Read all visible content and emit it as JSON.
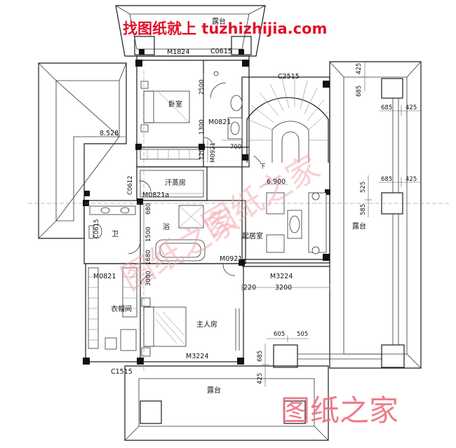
{
  "watermarks": {
    "top": "找图纸就上 tuzhizhijia.com",
    "middle": "图纸之家",
    "lower_left": "图纸之家",
    "bottom_right": "图纸之家"
  },
  "rooms": {
    "terrace_top": "露台",
    "bedroom": "卧室",
    "sauna": "汗蒸房",
    "toilet": "卫",
    "bath": "浴",
    "living": "起居室",
    "terrace_right": "露台",
    "closet": "衣帽间",
    "master": "主人房",
    "terrace_bottom": "露台"
  },
  "codes": {
    "m1824": "M1824",
    "c0615": "C0615",
    "c2515": "C2515",
    "m0821_top": "M0821",
    "m0921_top": "M0921",
    "c0612": "C0612",
    "m0821a": "M0821a",
    "c0615_left": "C0615",
    "m0921_mid": "M0921",
    "m3224_mid": "M3224",
    "m0821_left": "M0821",
    "m3224_bottom": "M3224",
    "c1515": "C1515"
  },
  "dimensions": {
    "d2500": "2500",
    "d1300": "1300",
    "d1200": "1200",
    "d700": "700",
    "d680": "680",
    "d1500": "1500",
    "d1680": "1680",
    "d3000": "3000",
    "d220": "220",
    "d3200": "3200",
    "d425_a": "425",
    "d685_a": "685",
    "d685_b": "685",
    "d425_b": "425",
    "d685_c": "685",
    "d425_c": "425",
    "d525": "525",
    "d585": "585",
    "d605": "605",
    "d505": "505",
    "d685_d": "685",
    "d425_d": "425"
  },
  "levels": {
    "roof": "8.528",
    "floor": "6.900"
  },
  "marks": {
    "stair_down": "下"
  }
}
